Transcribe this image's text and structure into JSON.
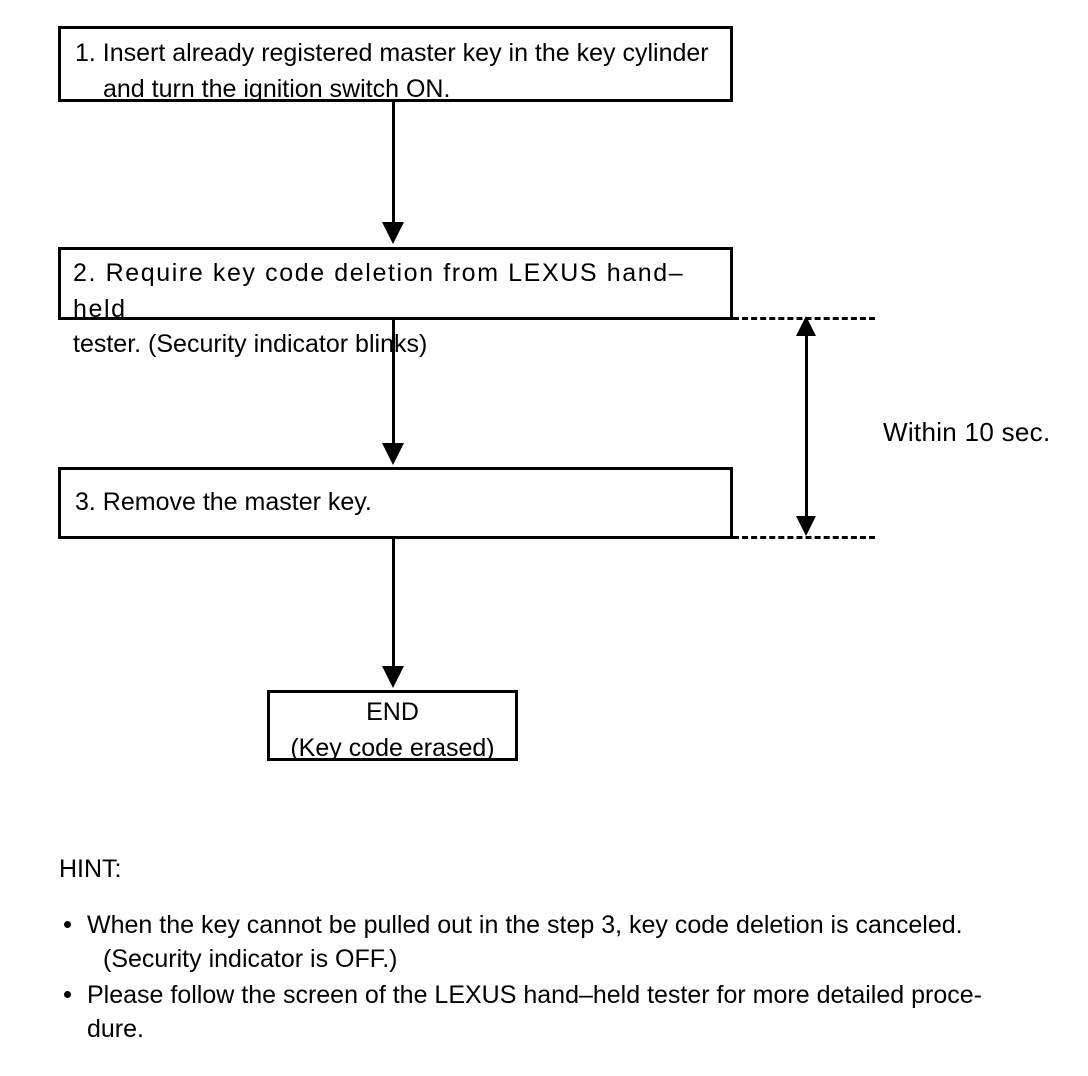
{
  "flowchart": {
    "type": "flowchart",
    "steps": [
      {
        "id": "step1",
        "line1": "1. Insert already registered master key in the key cylinder",
        "line2": "and turn the ignition switch ON."
      },
      {
        "id": "step2",
        "line1": "2. Require key code deletion from LEXUS hand–held",
        "line2": "tester. (Security indicator blinks)"
      },
      {
        "id": "step3",
        "line1": "3. Remove the master key."
      },
      {
        "id": "end",
        "line1": "END",
        "line2": "(Key code erased)"
      }
    ],
    "annotation": {
      "timing_label": "Within 10 sec.",
      "spans_from": "2. Require key code deletion from LEXUS hand–held tester. (Security indicator blinks)",
      "spans_to": "3. Remove the master key."
    }
  },
  "hint": {
    "title": "HINT:",
    "items": [
      {
        "line1": "When the key cannot be pulled out in the step 3, key code deletion is canceled.",
        "line2": "(Security indicator is OFF.)"
      },
      {
        "line1": "Please follow the screen of the LEXUS hand–held tester for more detailed proce-",
        "line2": "dure."
      }
    ]
  },
  "colors": {
    "ink": "#000000",
    "paper": "#ffffff"
  }
}
